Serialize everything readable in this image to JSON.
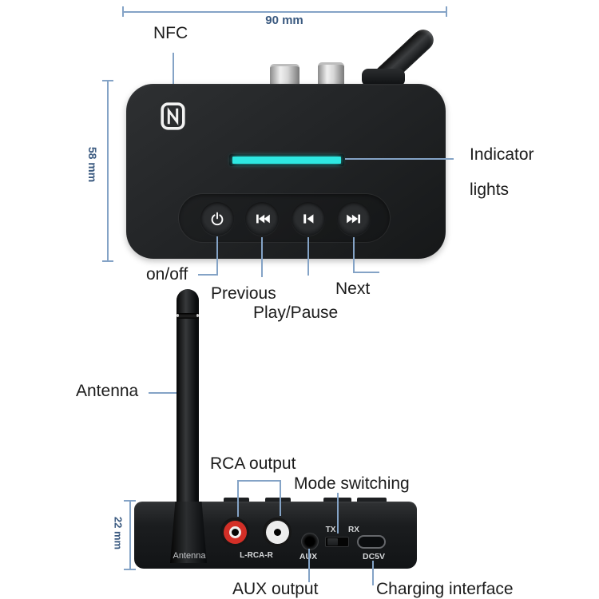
{
  "colors": {
    "leader": "#84a3c6",
    "dim_text": "#3b5a80",
    "label": "#1b1b1b",
    "indicator": "#2ee8e2",
    "rca_red": "#d32f27",
    "rca_white": "#ececec"
  },
  "top_view": {
    "width_dim": "90 mm",
    "height_dim": "58 mm",
    "nfc_label": "NFC",
    "indicator_line1": "Indicator",
    "indicator_line2": "lights",
    "onoff_label": "on/off",
    "previous_label": "Previous",
    "play_pause_label": "Play/Pause",
    "next_label": "Next",
    "button_icons": [
      "power-icon",
      "previous-track-icon",
      "play-pause-icon",
      "next-track-icon"
    ]
  },
  "front_view": {
    "height_dim": "22 mm",
    "antenna_label": "Antenna",
    "rca_output_label": "RCA output",
    "mode_switching_label": "Mode switching",
    "aux_output_label": "AUX output",
    "charging_label": "Charging interface",
    "panel": {
      "antenna": "Antenna",
      "rca": "L-RCA-R",
      "aux": "AUX",
      "tx": "TX",
      "rx": "RX",
      "dc5v": "DC5V"
    }
  }
}
